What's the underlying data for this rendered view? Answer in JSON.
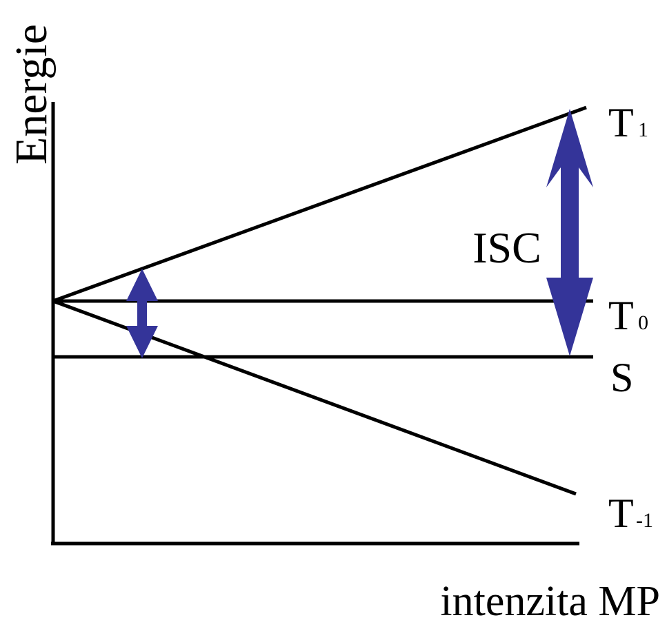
{
  "axes": {
    "y_label": "Energie",
    "x_label": "intenzita MP"
  },
  "levels": {
    "t1": {
      "main": "T",
      "sub": "1"
    },
    "t0": {
      "main": "T",
      "sub": "0"
    },
    "s": {
      "main": "S"
    },
    "tm1": {
      "main": "T",
      "sub": "-1"
    }
  },
  "transition": {
    "label": "ISC",
    "color": "#343499"
  }
}
